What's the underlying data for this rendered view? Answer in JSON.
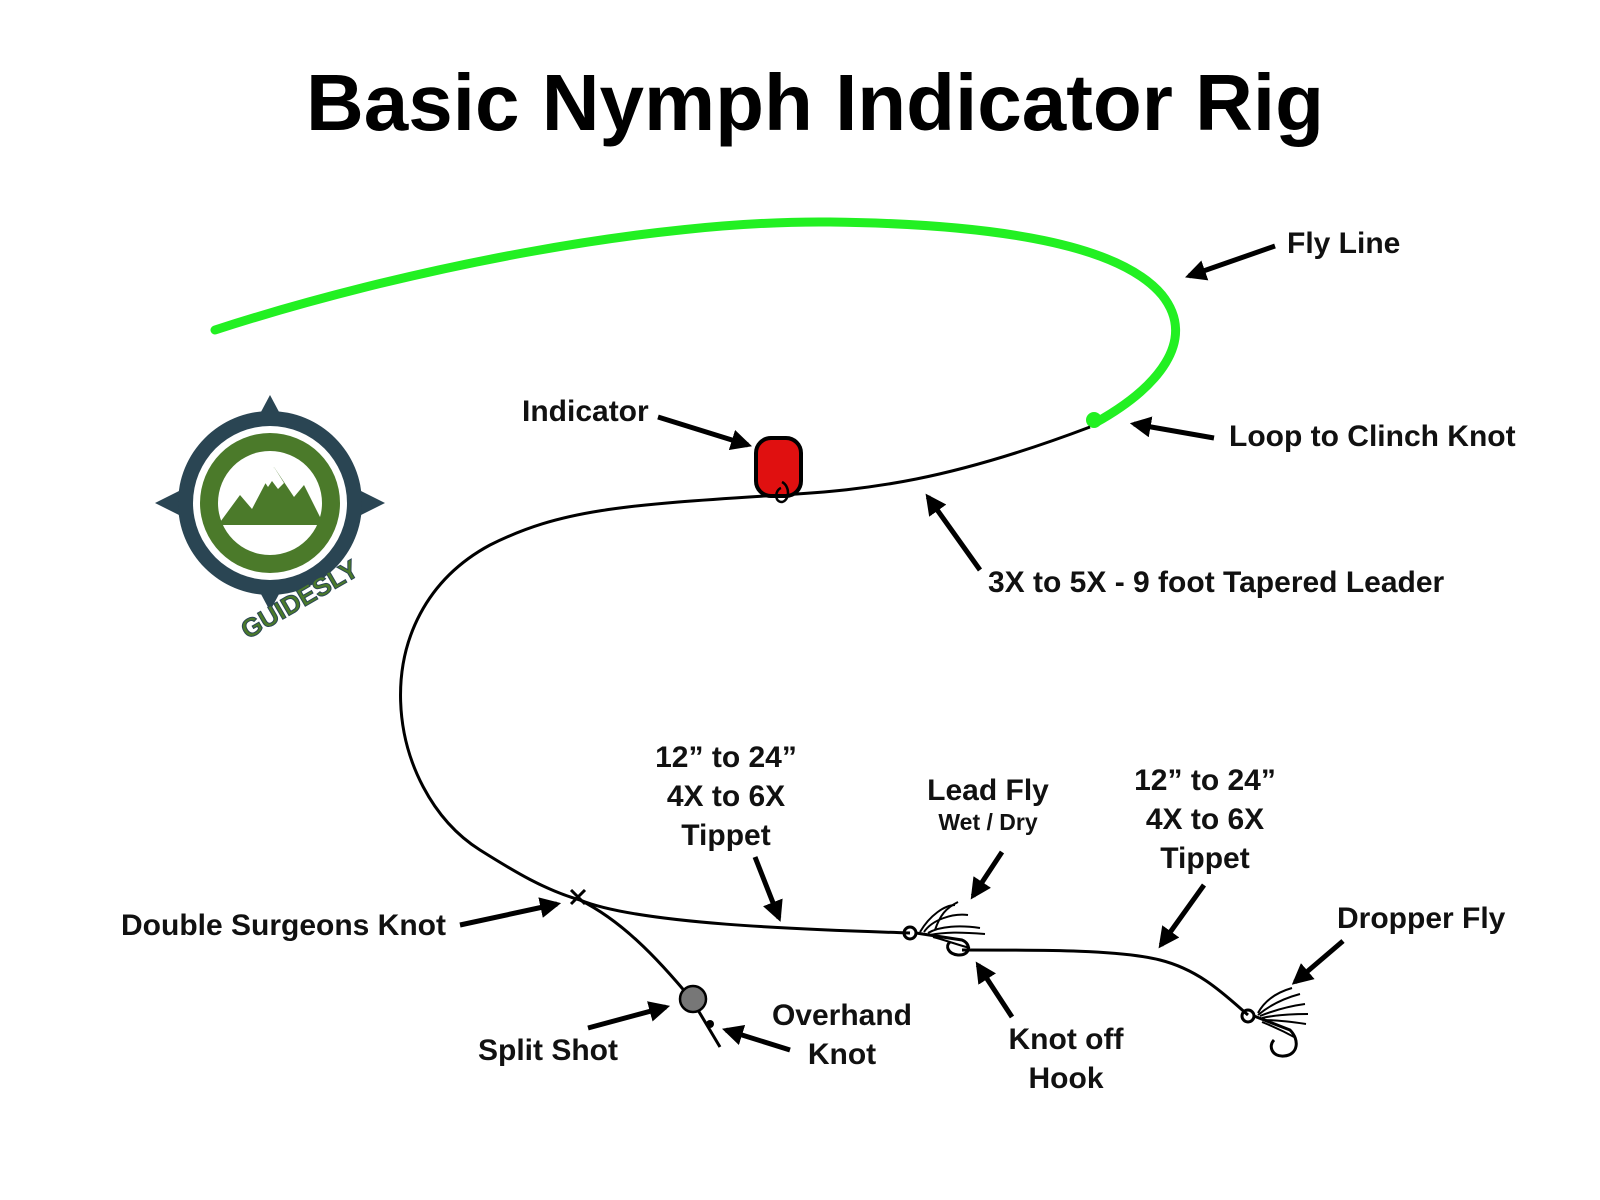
{
  "title": "Basic Nymph Indicator Rig",
  "colors": {
    "fly_line": "#22f022",
    "indicator": "#e01010",
    "logo_dark": "#2a4553",
    "logo_green": "#4b7a2a",
    "split_shot": "#777777"
  },
  "logo": {
    "text": "GUIDESLY"
  },
  "labels": {
    "fly_line": "Fly Line",
    "loop_to_clinch": "Loop to Clinch Knot",
    "indicator": "Indicator",
    "leader": "3X to 5X - 9 foot Tapered Leader",
    "tippet1": [
      "12” to 24”",
      "4X to 6X",
      "Tippet"
    ],
    "lead_fly": "Lead Fly",
    "lead_fly_sub": "Wet / Dry",
    "tippet2": [
      "12” to 24”",
      "4X to 6X",
      "Tippet"
    ],
    "dropper_fly": "Dropper Fly",
    "double_surgeons": "Double Surgeons Knot",
    "split_shot": "Split Shot",
    "overhand_knot": [
      "Overhand",
      "Knot"
    ],
    "knot_off_hook": [
      "Knot off",
      "Hook"
    ]
  }
}
